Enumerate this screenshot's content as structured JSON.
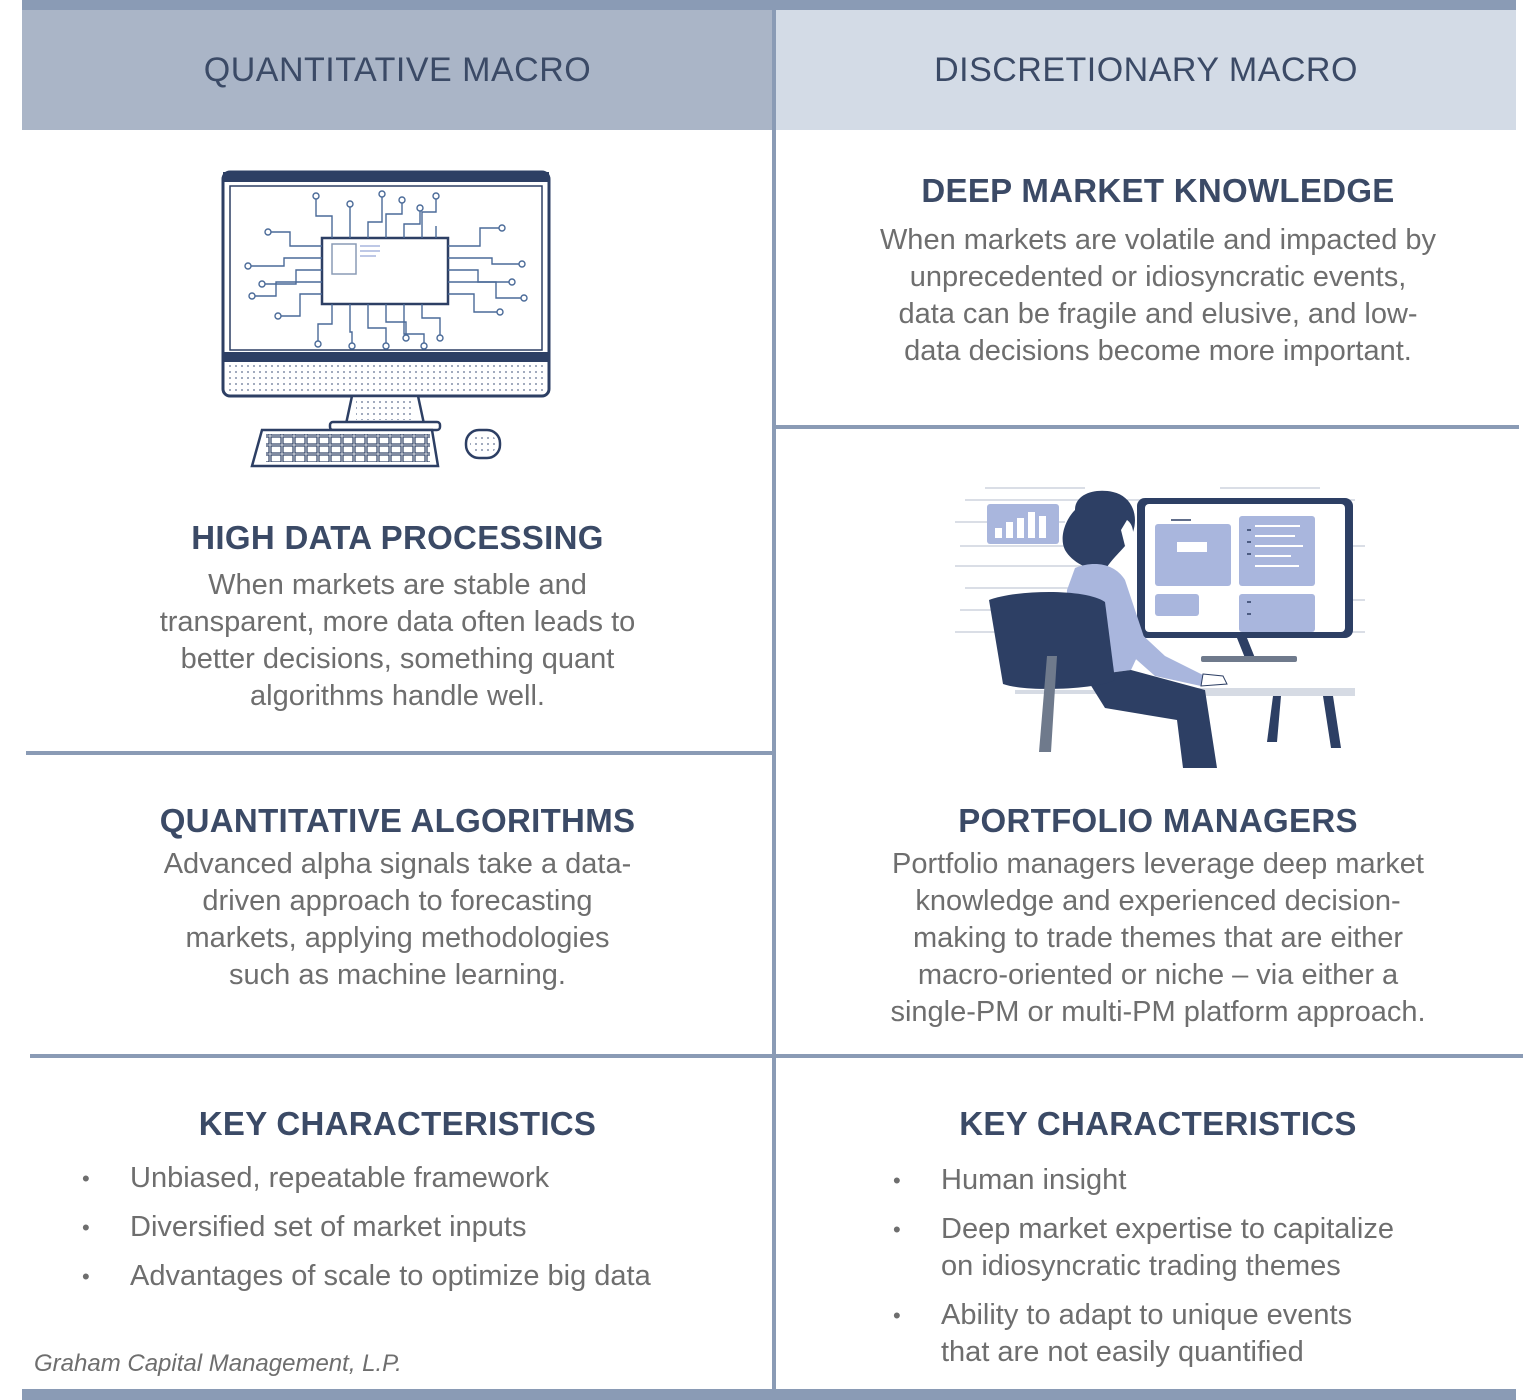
{
  "left": {
    "header": "QUANTITATIVE MACRO",
    "high_data": {
      "title": "HIGH DATA PROCESSING",
      "lines": [
        "When markets are stable and",
        "transparent, more data often leads to",
        "better decisions, something quant",
        "algorithms handle well."
      ]
    },
    "algorithms": {
      "title": "QUANTITATIVE ALGORITHMS",
      "lines": [
        "Advanced alpha signals take a data-",
        "driven approach to forecasting",
        "markets, applying methodologies",
        "such as machine learning."
      ]
    },
    "characteristics": {
      "title": "KEY CHARACTERISTICS",
      "items": [
        "Unbiased, repeatable framework",
        "Diversified set of market inputs",
        "Advantages of scale to optimize big data"
      ]
    }
  },
  "right": {
    "header": "DISCRETIONARY MACRO",
    "deep_knowledge": {
      "title": "DEEP MARKET KNOWLEDGE",
      "lines": [
        "When markets are volatile and impacted by",
        "unprecedented or idiosyncratic events,",
        "data can be fragile and elusive, and low-",
        "data decisions become more important."
      ]
    },
    "managers": {
      "title": "PORTFOLIO MANAGERS",
      "lines": [
        "Portfolio managers leverage deep market",
        "knowledge and experienced decision-",
        "making to trade themes that are either",
        "macro-oriented or niche – via either a",
        "single-PM or multi-PM platform approach."
      ]
    },
    "characteristics": {
      "title": "KEY CHARACTERISTICS",
      "items": [
        {
          "l1": "Human insight",
          "l2": ""
        },
        {
          "l1": "Deep market expertise to capitalize",
          "l2": "on idiosyncratic trading themes"
        },
        {
          "l1": "Ability to adapt to unique events",
          "l2": "that are not easily quantified"
        }
      ]
    }
  },
  "footer": "Graham Capital Management, L.P.",
  "colors": {
    "bar": "#8a9bb5",
    "header_left": "#aab5c7",
    "header_right": "#d3dbe6",
    "title": "#3b4a66",
    "body": "#6e6e6e",
    "illustration_dark": "#2d3f64",
    "illustration_light": "#a9b6dd"
  },
  "icons": [
    "computer-chip-icon",
    "trader-at-desk-icon"
  ]
}
